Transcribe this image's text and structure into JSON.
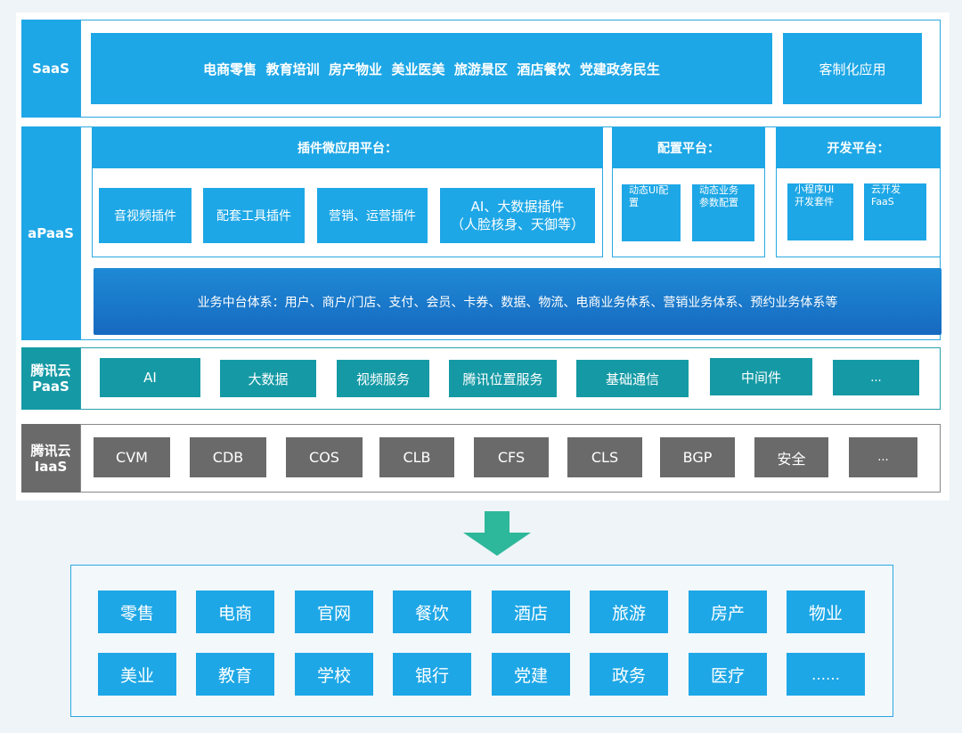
{
  "saas": {
    "label": "SaaS",
    "industries": "电商零售  教育培训  房产物业  美业医美  旅游景区  酒店餐饮  党建政务民生",
    "custom": "客制化应用"
  },
  "apaas": {
    "label": "aPaaS",
    "plugin_platform": {
      "title": "插件微应用平台：",
      "items": [
        "音视频插件",
        "配套工具插件",
        "营销、运营插件"
      ],
      "ai_line1": "AI、大数据插件",
      "ai_line2": "（人脸核身、天御等）"
    },
    "config_platform": {
      "title": "配置平台：",
      "item1_line1": "动态UI配",
      "item1_line2": "置",
      "item2_line1": "动态业务",
      "item2_line2": "参数配置"
    },
    "dev_platform": {
      "title": "开发平台：",
      "item1_line1": "小程序UI",
      "item1_line2": "开发套件",
      "item2_line1": "云开发",
      "item2_line2": "FaaS"
    },
    "middle": "业务中台体系：用户、商户/门店、支付、会员、卡券、数据、物流、电商业务体系、营销业务体系、预约业务体系等"
  },
  "paas": {
    "label_line1": "腾讯云",
    "label_line2": "PaaS",
    "items": [
      "AI",
      "大数据",
      "视频服务",
      "腾讯位置服务",
      "基础通信",
      "中间件",
      "..."
    ]
  },
  "iaas": {
    "label_line1": "腾讯云",
    "label_line2": "IaaS",
    "items": [
      "CVM",
      "CDB",
      "COS",
      "CLB",
      "CFS",
      "CLS",
      "BGP",
      "安全",
      "..."
    ]
  },
  "bottom": {
    "row1": [
      "零售",
      "电商",
      "官网",
      "餐饮",
      "酒店",
      "旅游",
      "房产",
      "物业"
    ],
    "row2": [
      "美业",
      "教育",
      "学校",
      "银行",
      "党建",
      "政务",
      "医疗",
      "……"
    ]
  },
  "colors": {
    "blue": "#1ea7e6",
    "dark_blue": "#1a75c4",
    "teal": "#159aa5",
    "gray": "#6a6a6a",
    "green_arrow": "#2eb89b"
  }
}
